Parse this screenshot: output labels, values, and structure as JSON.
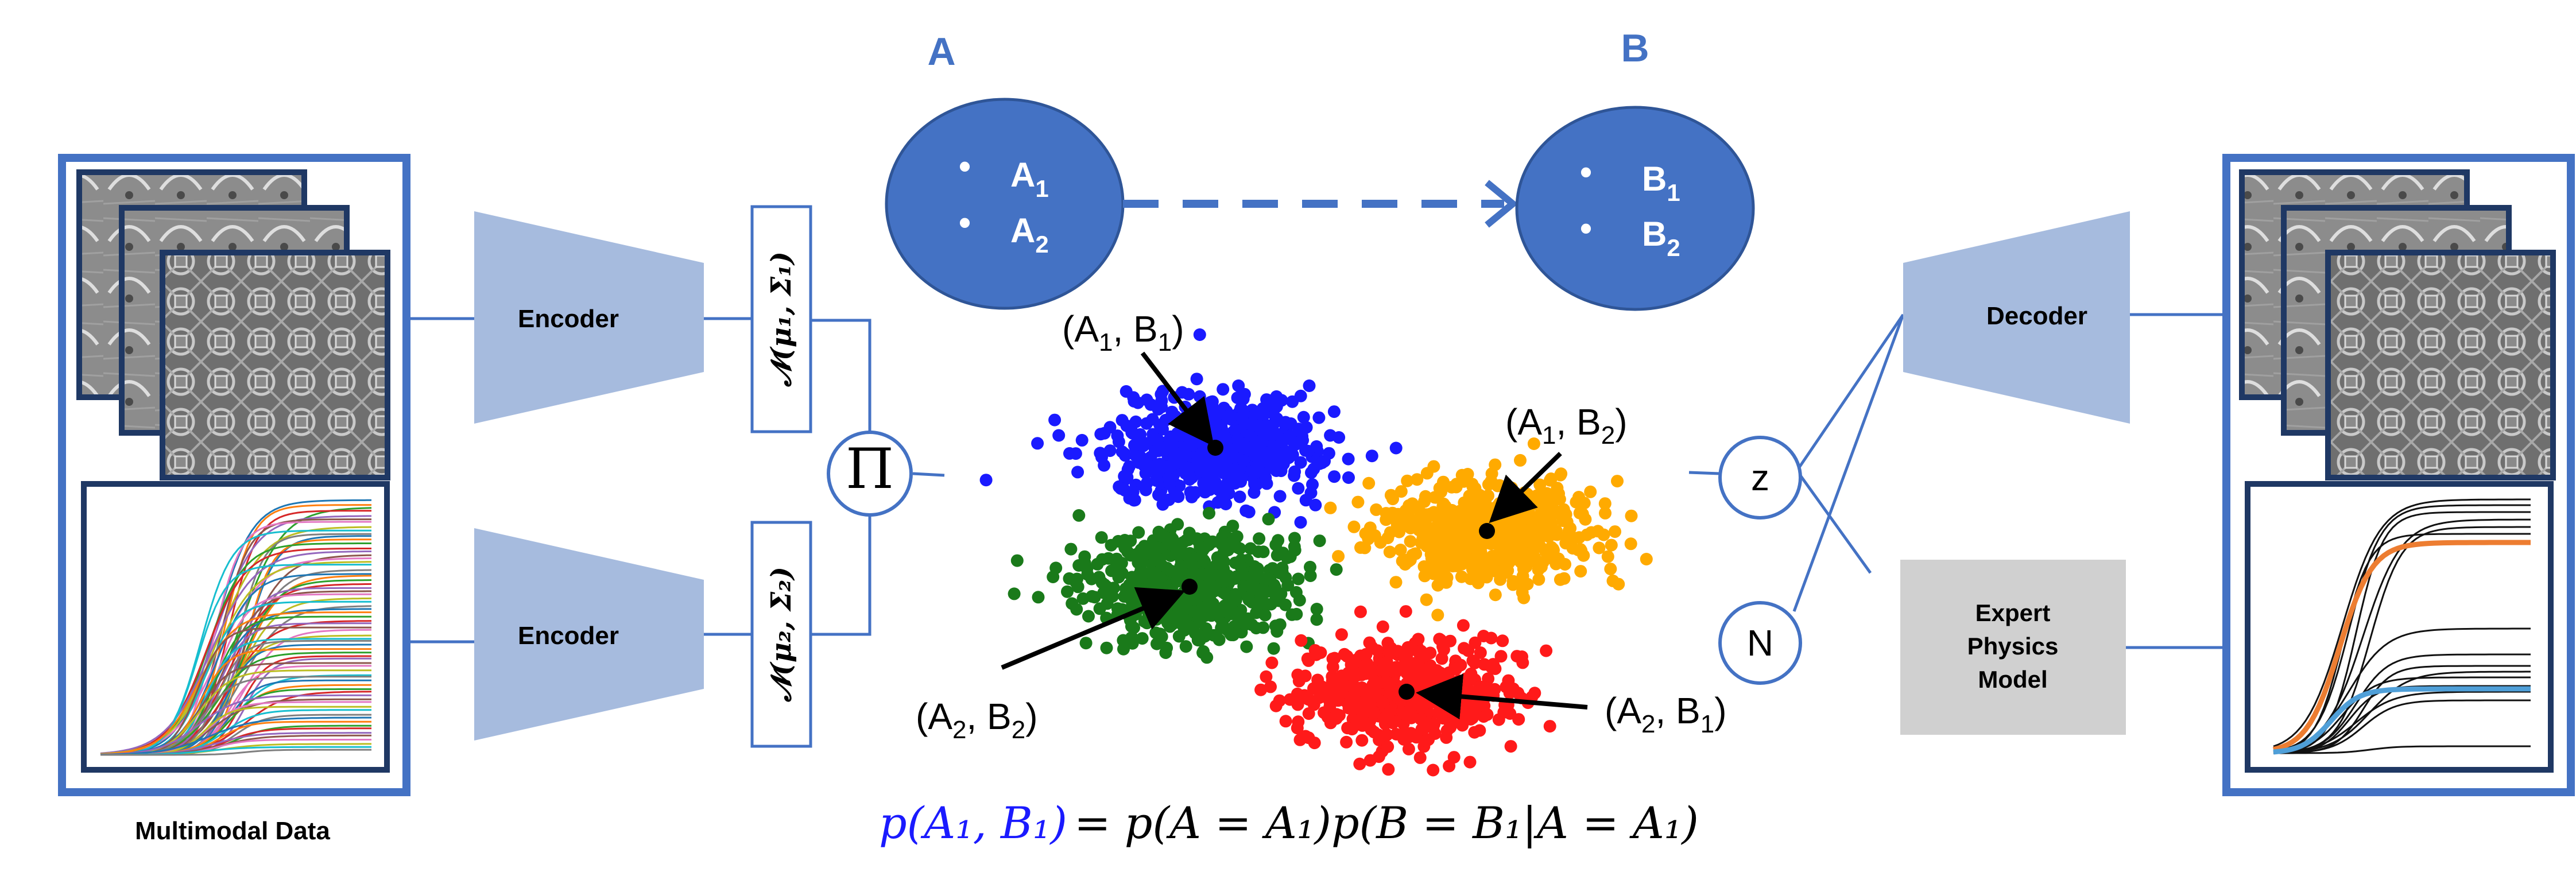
{
  "colors": {
    "accent": "#4472c4",
    "accent_dark": "#2f5597",
    "encoder_fill": "#a6bbde",
    "navy": "#1f3864",
    "grey_box": "#d0d0d0",
    "cluster_blue": "#1a1aff",
    "cluster_green": "#1a7a1a",
    "cluster_orange": "#ffaa00",
    "cluster_red": "#ff1a1a"
  },
  "labels": {
    "group_a": "A",
    "group_b": "B",
    "a1_base": "A",
    "a1_sub": "1",
    "a2_base": "A",
    "a2_sub": "2",
    "b1_base": "B",
    "b1_sub": "1",
    "b2_base": "B",
    "b2_sub": "2",
    "bullet": "•",
    "encoder_top": "Encoder",
    "encoder_bottom": "Encoder",
    "dist_top": "𝓝(μ₁, Σ₁)",
    "dist_bottom": "𝓝(μ₂, Σ₂)",
    "product": "Π",
    "z": "z",
    "n": "N",
    "decoder": "Decoder",
    "expert_line1": "Expert",
    "expert_line2": "Physics",
    "expert_line3": "Model",
    "multimodal": "Multimodal Data"
  },
  "clusters": [
    {
      "name": "blue",
      "label_left": "(A",
      "label_sub1": "1",
      "label_mid": ", B",
      "label_sub2": "1",
      "label_end": ")"
    },
    {
      "name": "orange",
      "label_left": "(A",
      "label_sub1": "1",
      "label_mid": ", B",
      "label_sub2": "2",
      "label_end": ")"
    },
    {
      "name": "green",
      "label_left": "(A",
      "label_sub1": "2",
      "label_mid": ", B",
      "label_sub2": "2",
      "label_end": ")"
    },
    {
      "name": "red",
      "label_left": "(A",
      "label_sub1": "2",
      "label_mid": ", B",
      "label_sub2": "1",
      "label_end": ")"
    }
  ],
  "equation": {
    "lhs": "p(A₁, B₁)",
    "rhs": "= p(A = A₁)p(B = B₁|A = A₁)"
  }
}
